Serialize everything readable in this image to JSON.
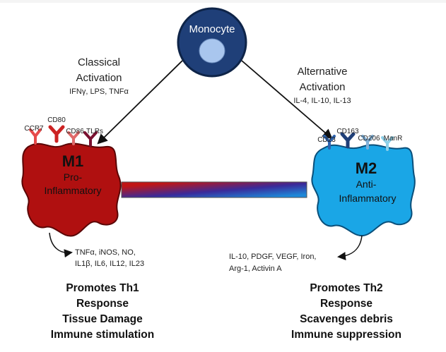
{
  "monocyte": {
    "label": "Monocyte",
    "fill": "#1f3f78",
    "nucleus": "#a9c6ee"
  },
  "classical": {
    "title_line1": "Classical",
    "title_line2": "Activation",
    "stimuli": "IFNγ, LPS, TNFα"
  },
  "alternative": {
    "title_line1": "Alternative",
    "title_line2": "Activation",
    "stimuli": "IL-4, IL-10, IL-13"
  },
  "m1": {
    "name": "M1",
    "desc_line1": "Pro-",
    "desc_line2": "Inflammatory",
    "color": "#b01010",
    "receptors": [
      "CD80",
      "CCR7",
      "CD86",
      "TLRs"
    ],
    "secretions_line1": "TNFα, iNOS, NO,",
    "secretions_line2": "IL1β, IL6, IL12, IL23",
    "functions": [
      "Promotes Th1",
      "Response",
      "Tissue Damage",
      "Immune stimulation"
    ]
  },
  "m2": {
    "name": "M2",
    "desc_line1": "Anti-",
    "desc_line2": "Inflammatory",
    "color": "#1aa6e6",
    "receptors": [
      "CD163",
      "CD23",
      "CD206",
      "ManR"
    ],
    "secretions_line1": "IL-10, PDGF, VEGF, Iron,",
    "secretions_line2": "Arg-1, Activin A",
    "functions": [
      "Promotes Th2",
      "Response",
      "Scavenges debris",
      "Immune suppression"
    ]
  },
  "gradient": {
    "from": "#c01515",
    "to": "#1e88d8"
  }
}
